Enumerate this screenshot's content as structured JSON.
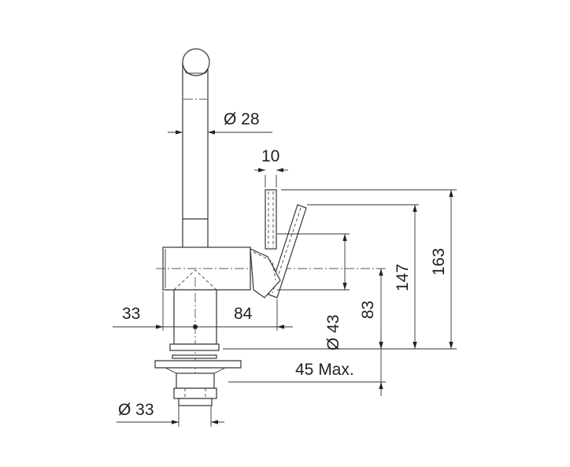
{
  "title": "Faucet dimension drawing",
  "dimensions": {
    "spout_diameter": "Ø 28",
    "lever_width": "10",
    "left_offset": "33",
    "spout_reach": "84",
    "body_diameter": "Ø 43",
    "body_height": "83",
    "spout_height": "147",
    "total_height": "163",
    "mount_thickness": "45 Max.",
    "mount_diameter": "Ø 33"
  }
}
